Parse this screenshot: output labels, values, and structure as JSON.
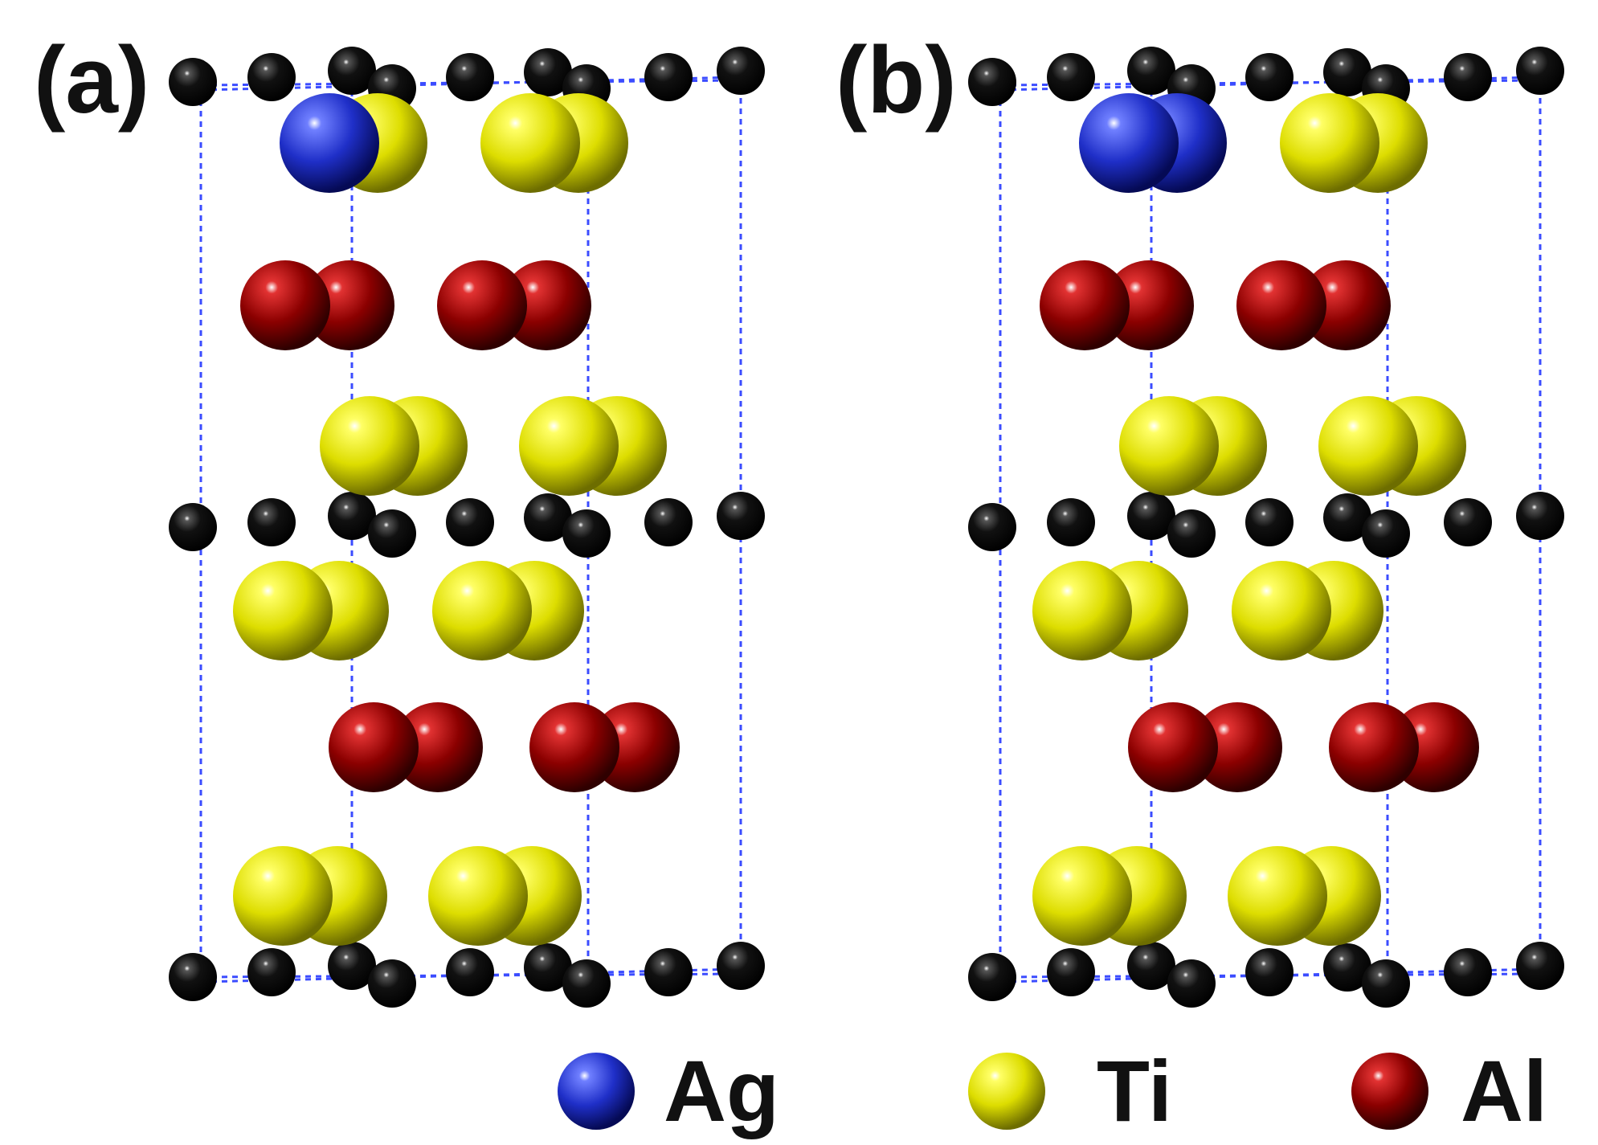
{
  "panels": [
    {
      "label": "(a)",
      "top_layer_elements": [
        "Ag",
        "Ti",
        "Ti",
        "Ti"
      ]
    },
    {
      "label": "(b)",
      "top_layer_elements": [
        "Ag",
        "Ag",
        "Ti",
        "Ti"
      ]
    }
  ],
  "legend": {
    "items": [
      {
        "label": "Ag",
        "color": "#1f2fc8",
        "icon": "ag-atom-icon"
      },
      {
        "label": "Ti",
        "color": "#dddd00",
        "icon": "ti-atom-icon"
      },
      {
        "label": "Al",
        "color": "#8b0000",
        "icon": "al-atom-icon"
      }
    ]
  },
  "colors": {
    "Ag": "#1f2fc8",
    "Ti": "#dddd00",
    "Al": "#8b0000",
    "C": "#050505",
    "cell_edge": "#3b4cff"
  }
}
